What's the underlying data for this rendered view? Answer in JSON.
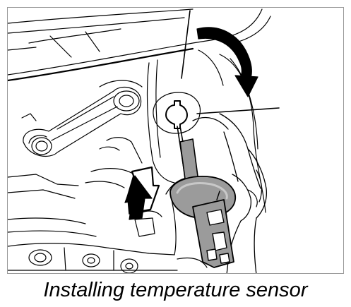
{
  "figure": {
    "caption": "Installing temperature sensor",
    "callouts": [
      {
        "depicts": "rotation-arrow",
        "meaning": "turn sensor clockwise to lock"
      },
      {
        "depicts": "insertion-arrow",
        "meaning": "push sensor into mounting hole"
      }
    ],
    "colors": {
      "line": "#000000",
      "sensor_body": "#9b9b9b",
      "sensor_highlight": "#c8c8c8",
      "background": "#ffffff",
      "frame": "#9a9a9a"
    }
  }
}
